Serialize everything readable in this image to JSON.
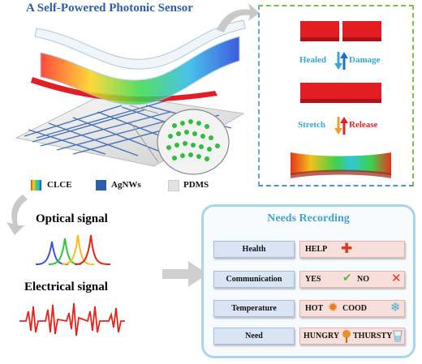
{
  "title": "A Self-Powered Photonic Sensor",
  "legend": [
    {
      "label": "CLCE",
      "swatch": "rainbow"
    },
    {
      "label": "AgNWs",
      "swatch": "#2c5fb0"
    },
    {
      "label": "PDMS",
      "swatch": "#e2e2e2"
    }
  ],
  "healing": {
    "healed_label": "Healed",
    "damage_label": "Damage",
    "stretch_label": "Stretch",
    "release_label": "Release"
  },
  "signals": {
    "optical_label": "Optical signal",
    "electrical_label": "Electrical signal"
  },
  "needs": {
    "title": "Needs Recording",
    "rows": [
      {
        "category": "Health",
        "values": [
          "HELP"
        ],
        "icons": [
          "plus-icon"
        ]
      },
      {
        "category": "Communication",
        "values": [
          "YES",
          "NO"
        ],
        "icons": [
          "check-icon",
          "cross-icon"
        ]
      },
      {
        "category": "Temperature",
        "values": [
          "HOT",
          "COOD"
        ],
        "icons": [
          "sun-icon",
          "snowflake-icon"
        ]
      },
      {
        "category": "Need",
        "values": [
          "HUNGRY",
          "THURSTY"
        ],
        "icons": [
          "food-icon",
          "cup-icon"
        ]
      }
    ]
  },
  "colors": {
    "title_blue": "#2e5ea8",
    "panel_border_green": "#7bbf4a",
    "panel_border_blue": "#4f8fd1",
    "bar_red": "#e21d24",
    "label_blue": "#34a7d9",
    "label_red": "#e0242b",
    "needs_panel_border": "#a9d6e8",
    "category_fill": "#d9e4f5",
    "value_fill": "#f8dfdb"
  }
}
